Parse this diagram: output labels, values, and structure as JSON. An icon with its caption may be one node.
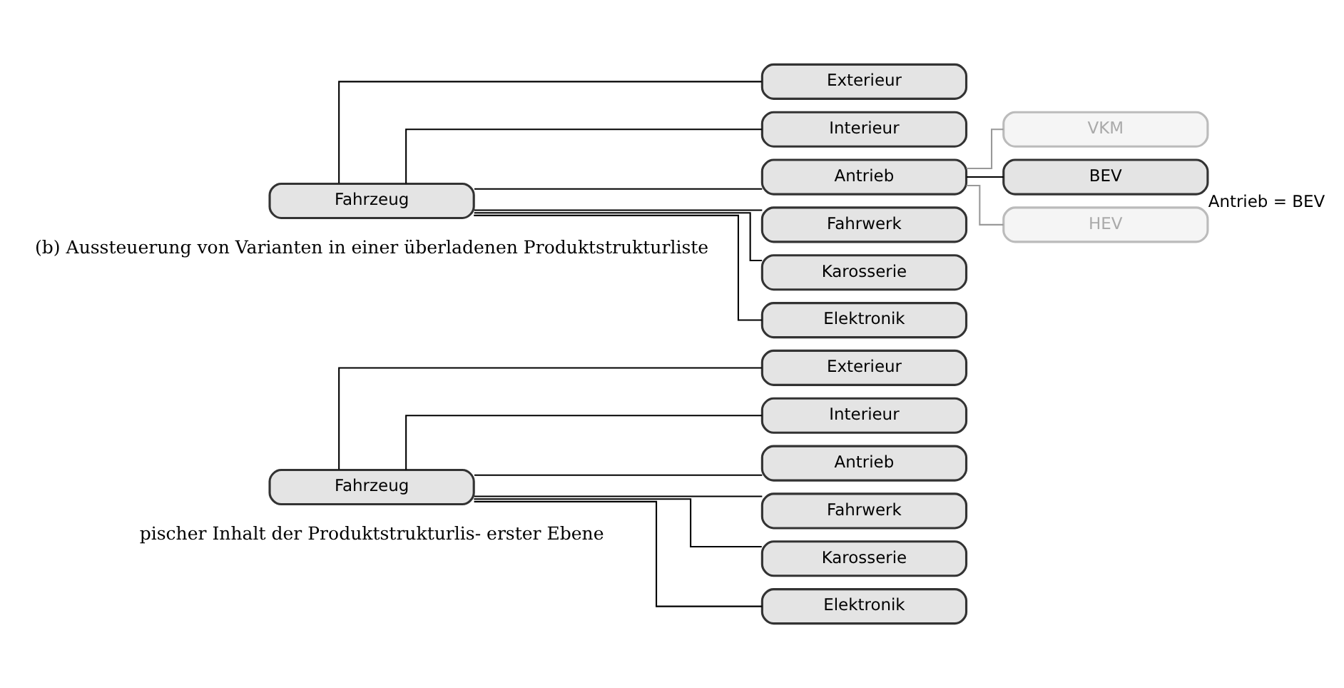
{
  "diagram": {
    "nodes": [
      {
        "text": [
          "Fahrzeug"
        ]
      },
      {
        "text": [
          "Exterieur"
        ]
      },
      {
        "text": [
          "Interieur"
        ]
      },
      {
        "text": [
          "Antrieb"
        ]
      },
      {
        "text": [
          "Fahrwerk"
        ]
      },
      {
        "text": [
          "Karosserie"
        ]
      },
      {
        "text": [
          "Elektronik"
        ]
      },
      {
        "text": [
          "Fahrzeug"
        ]
      },
      {
        "text": [
          "Exterieur"
        ]
      },
      {
        "text": [
          "Interieur"
        ]
      },
      {
        "text": [
          "Antrieb"
        ]
      },
      {
        "text": [
          "VKM"
        ]
      },
      {
        "text": [
          "BEV"
        ],
        "beside": [
          "Antrieb = BEV"
        ]
      },
      {
        "text": [
          "HEV"
        ]
      },
      {
        "text": [
          "Fahrwerk"
        ]
      },
      {
        "text": [
          "Karosserie"
        ]
      },
      {
        "text": [
          "Elektronik"
        ]
      }
    ],
    "edges": [
      {
        "from": 0,
        "to": 1,
        "arrow": "none"
      },
      {
        "from": 0,
        "to": 2,
        "arrow": "none"
      },
      {
        "from": 0,
        "to": 3,
        "arrow": "none"
      },
      {
        "from": 0,
        "to": 4,
        "arrow": "none"
      },
      {
        "from": 0,
        "to": 5,
        "arrow": "none"
      },
      {
        "from": 0,
        "to": 6,
        "arrow": "none"
      },
      {
        "from": 7,
        "to": 8,
        "arrow": "none"
      },
      {
        "from": 7,
        "to": 9,
        "arrow": "none"
      },
      {
        "from": 7,
        "to": 10,
        "arrow": "none"
      },
      {
        "from": 10,
        "to": 11,
        "arrow": "none",
        "color": "#999999"
      },
      {
        "from": 10,
        "to": 12,
        "arrow": "none"
      },
      {
        "from": 10,
        "to": 13,
        "arrow": "none",
        "color": "#999999"
      },
      {
        "from": 7,
        "to": 14,
        "arrow": "none"
      },
      {
        "from": 7,
        "to": 15,
        "arrow": "none"
      },
      {
        "from": 7,
        "to": 16,
        "arrow": "none"
      }
    ],
    "labels": [
      "pischer Inhalt der Produktstrukturlis- erster Ebene",
      "(b) Aussteuerung von Varianten in einer überladenen Produktstrukturliste"
    ]
  }
}
